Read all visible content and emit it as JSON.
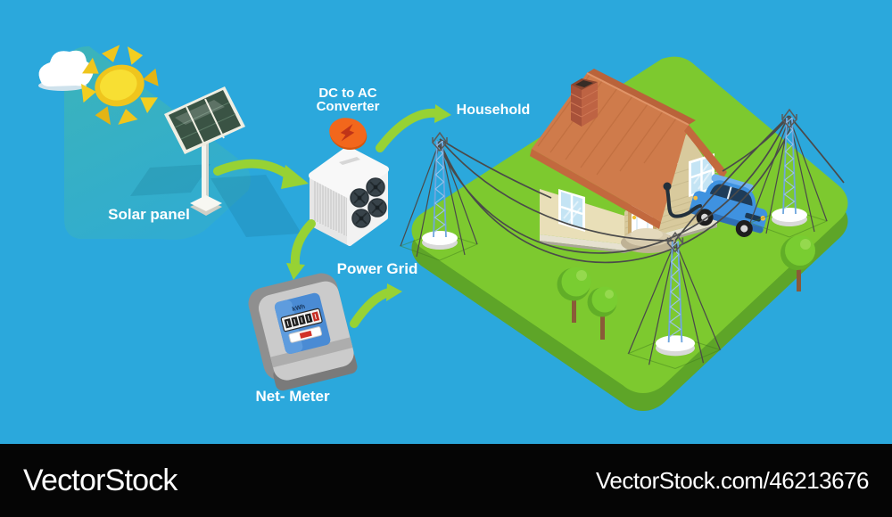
{
  "scene": {
    "labels": {
      "solar_panel": "Solar panel",
      "converter_line1": "DC to AC",
      "converter_line2": "Converter",
      "household": "Household",
      "power_grid": "Power Grid",
      "net_meter": "Net- Meter"
    },
    "meter": {
      "unit": "kWh"
    },
    "colors": {
      "background": "#2BA8DC",
      "lawn": "#7DC92F",
      "lawn_side": "#5EA528",
      "arrow": "#97D234",
      "roof": "#CF7B4B",
      "wall": "#E9DFB8",
      "sun": "#F6D92B",
      "beam": "#49BD9E",
      "tower": "#6FA6DE",
      "wire": "#4A4A4A",
      "car": "#3F92E0",
      "meter_panel": "#4A8BD4",
      "badge": "#F2671C",
      "cloud": "#FFFFFF"
    }
  },
  "footer": {
    "brand": "VectorStock",
    "url": "VectorStock.com/46213676",
    "background": "#050505",
    "text_color": "#FFFFFF"
  }
}
